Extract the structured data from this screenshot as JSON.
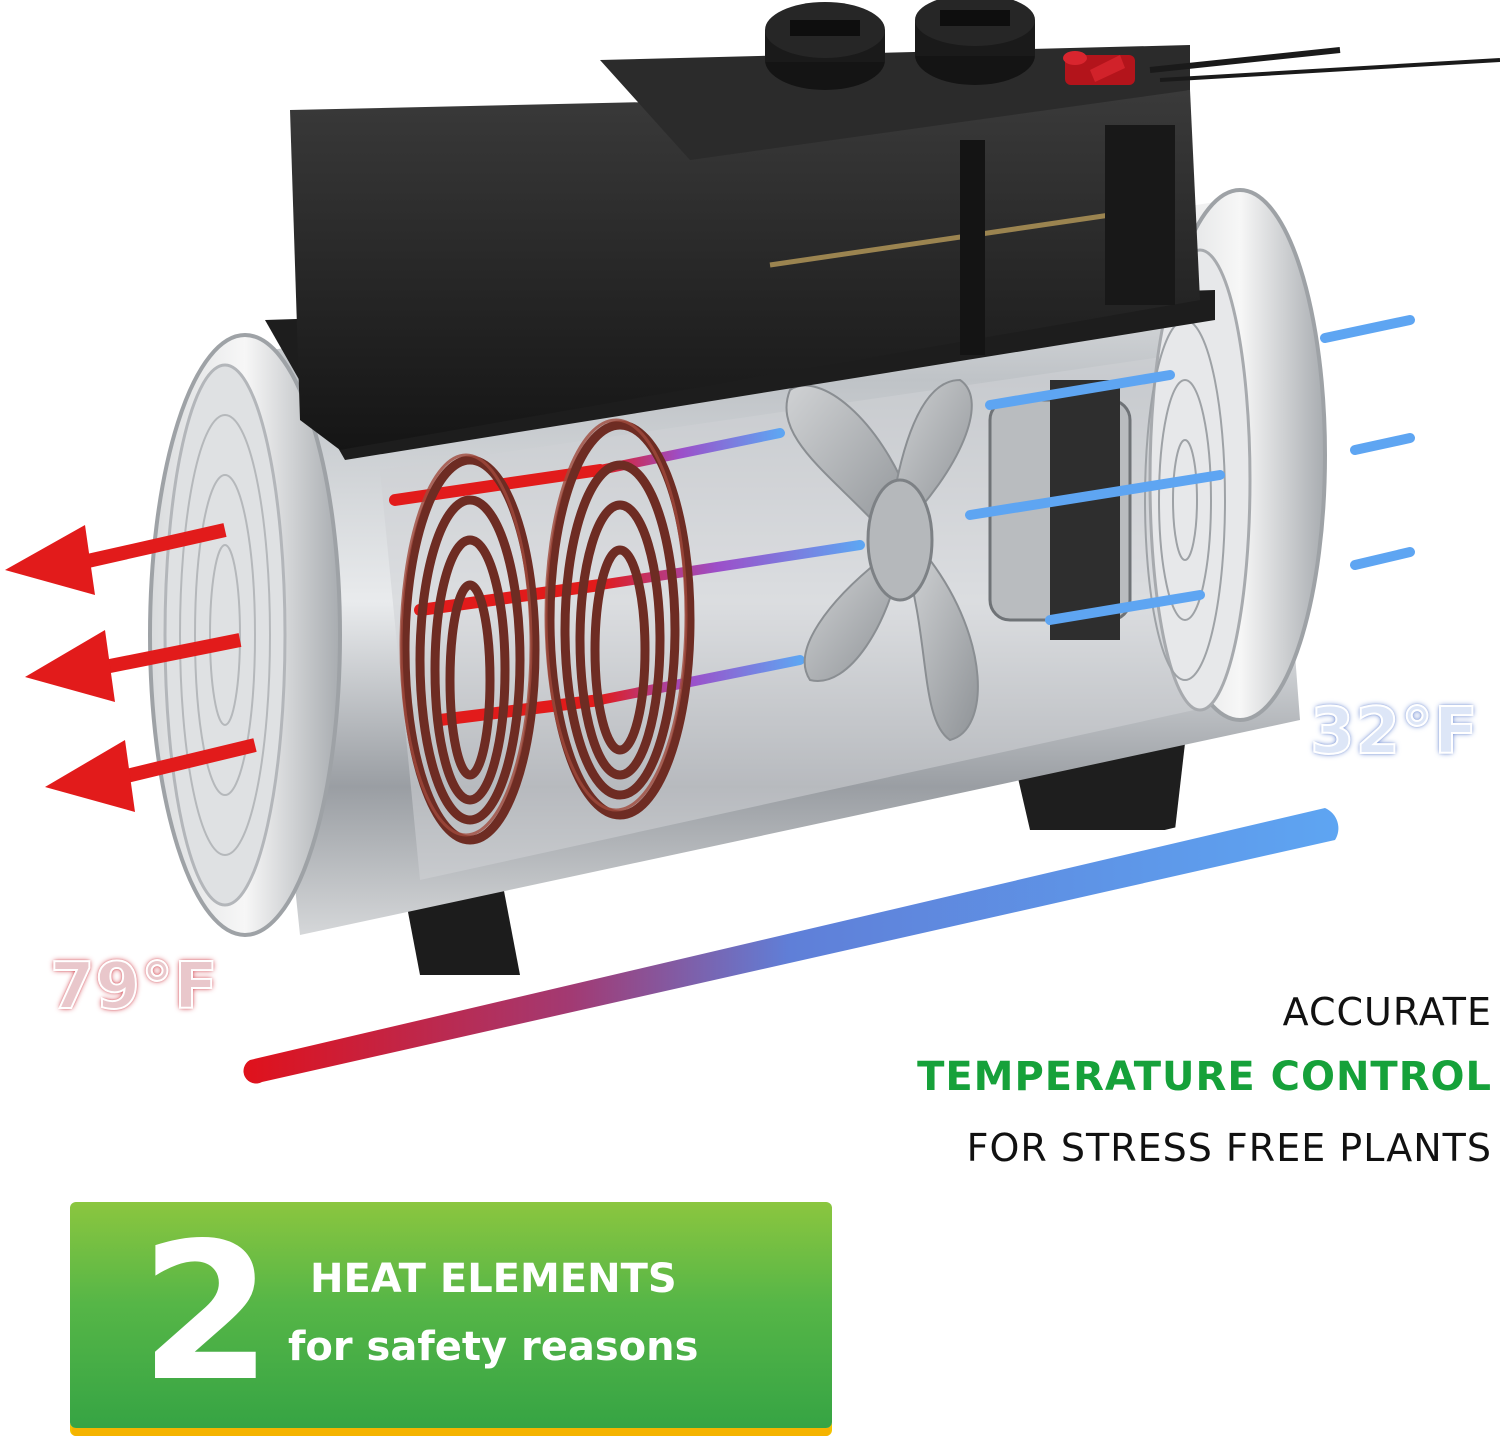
{
  "temperature": {
    "hot_label": "79°F",
    "cold_label": "32°F"
  },
  "headline": {
    "line1": "ACCURATE",
    "line2": "TEMPERATURE CONTROL",
    "line3": "FOR STRESS FREE PLANTS"
  },
  "badge": {
    "number": "2",
    "line1": "HEAT ELEMENTS",
    "line2": "for safety reasons"
  },
  "colors": {
    "hot": "#e21b1b",
    "cold": "#5fa1ee",
    "accent_green": "#16a13a",
    "badge_yellow": "#f5b400"
  },
  "icons": [
    "arrow-left-icon",
    "heater-icon",
    "fan-icon",
    "heating-coil-icon",
    "control-knob-icon",
    "power-switch-icon"
  ]
}
